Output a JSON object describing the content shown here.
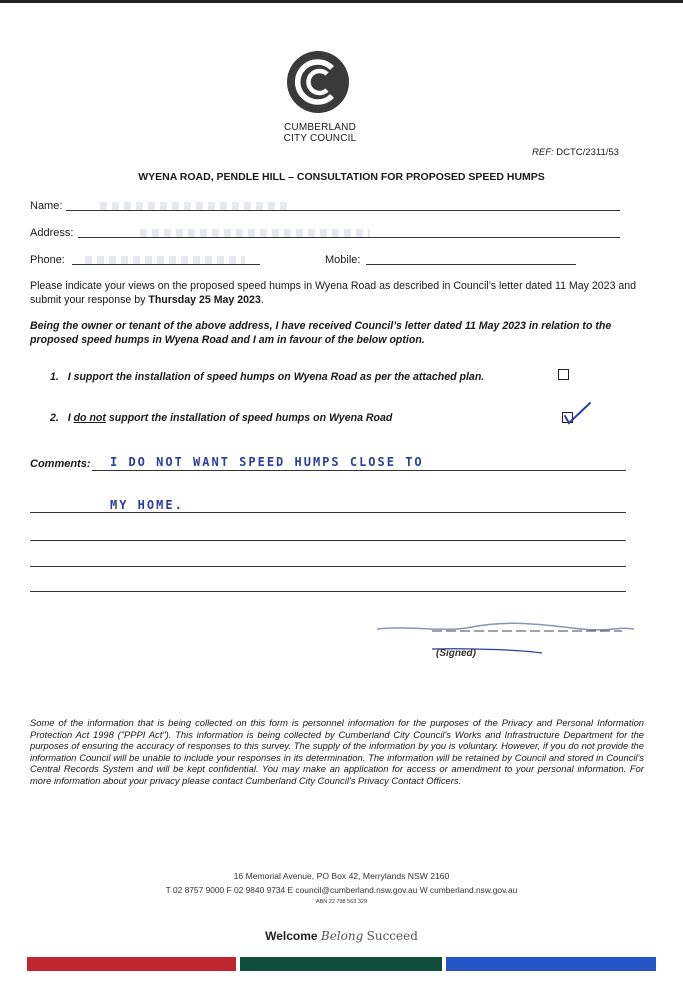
{
  "header": {
    "council_line1": "CUMBERLAND",
    "council_line2": "CITY COUNCIL",
    "ref_label": "REF:",
    "ref_value": "DCTC/2311/53"
  },
  "title": "WYENA ROAD, PENDLE HILL – CONSULTATION FOR PROPOSED SPEED HUMPS",
  "fields": {
    "name_label": "Name:",
    "address_label": "Address:",
    "phone_label": "Phone:",
    "mobile_label": "Mobile:"
  },
  "intro": {
    "text": "Please indicate your views on the proposed speed humps in Wyena Road as described in Council’s letter dated 11 May 2023 and submit your response by ",
    "deadline": "Thursday 25 May 2023",
    "end": "."
  },
  "declaration": "Being the owner or tenant of the above address, I have received Council’s letter dated 11 May 2023 in relation to the proposed speed humps in Wyena Road and I am in favour of the below option.",
  "options": [
    {
      "number": "1.",
      "text": "I support the installation of speed humps on Wyena Road as per the attached plan.",
      "checked": false
    },
    {
      "number": "2.",
      "pre": "I ",
      "underlined": "do not",
      "post": " support the installation of speed humps on Wyena Road",
      "checked": true
    }
  ],
  "comments": {
    "label": "Comments:",
    "line1": "I DO NOT WANT SPEED HUMPS CLOSE TO",
    "line2": "MY HOME."
  },
  "signature": {
    "label": "(Signed)"
  },
  "privacy": "Some of the information that is being collected on this form is personnel information for the purposes of the Privacy and Personal Information Protection Act 1998 (\"PPPI Act\"). This information is being collected by Cumberland City Council's Works and Infrastructure Department for the purposes of ensuring the accuracy of responses to this survey. The supply of the information by you is voluntary. However, if you do not provide the information Council will be unable to include your responses in its determination. The information will be retained by Council and stored in Council's Central Records System and will be kept confidential. You may make an application for access or amendment to your personal information. For more information about your privacy please contact Cumberland City Council's Privacy Contact Officers.",
  "footer": {
    "address": "16 Memorial Avenue, PO Box 42, Merrylands NSW 2160",
    "contacts": "T 02 8757 9000   F 02 9840 9734   E council@cumberland.nsw.gov.au   W cumberland.nsw.gov.au",
    "abn": "ABN 22 798 563 329"
  },
  "slogan": {
    "welcome": "Welcome",
    "belong": "Belong",
    "succeed": "Succeed"
  },
  "colors": {
    "bar_red": "#c0262d",
    "bar_green": "#0f4c3a",
    "bar_blue": "#2554c7",
    "handwriting": "#2b3f9e"
  }
}
